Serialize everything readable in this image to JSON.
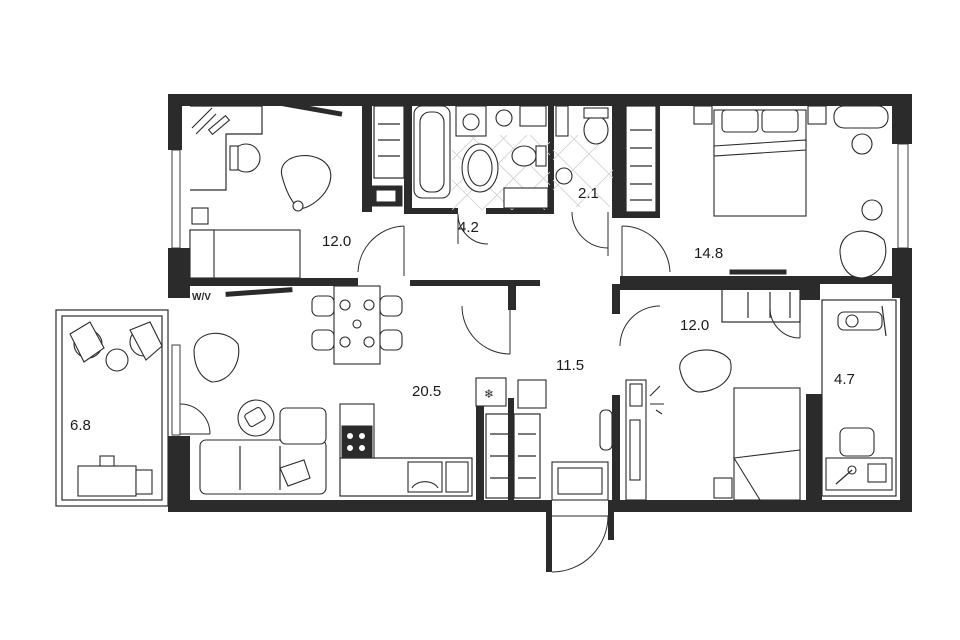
{
  "rooms": [
    {
      "id": "bedroom-left",
      "area": "12.0"
    },
    {
      "id": "bathroom",
      "area": "4.2"
    },
    {
      "id": "wc",
      "area": "2.1"
    },
    {
      "id": "bedroom-right",
      "area": "14.8"
    },
    {
      "id": "living-kitchen",
      "area": "20.5"
    },
    {
      "id": "hallway",
      "area": "11.5"
    },
    {
      "id": "bedroom-small",
      "area": "12.0"
    },
    {
      "id": "study-balcony",
      "area": "4.7"
    },
    {
      "id": "balcony",
      "area": "6.8"
    }
  ],
  "wardrobe_tag": "W/V"
}
